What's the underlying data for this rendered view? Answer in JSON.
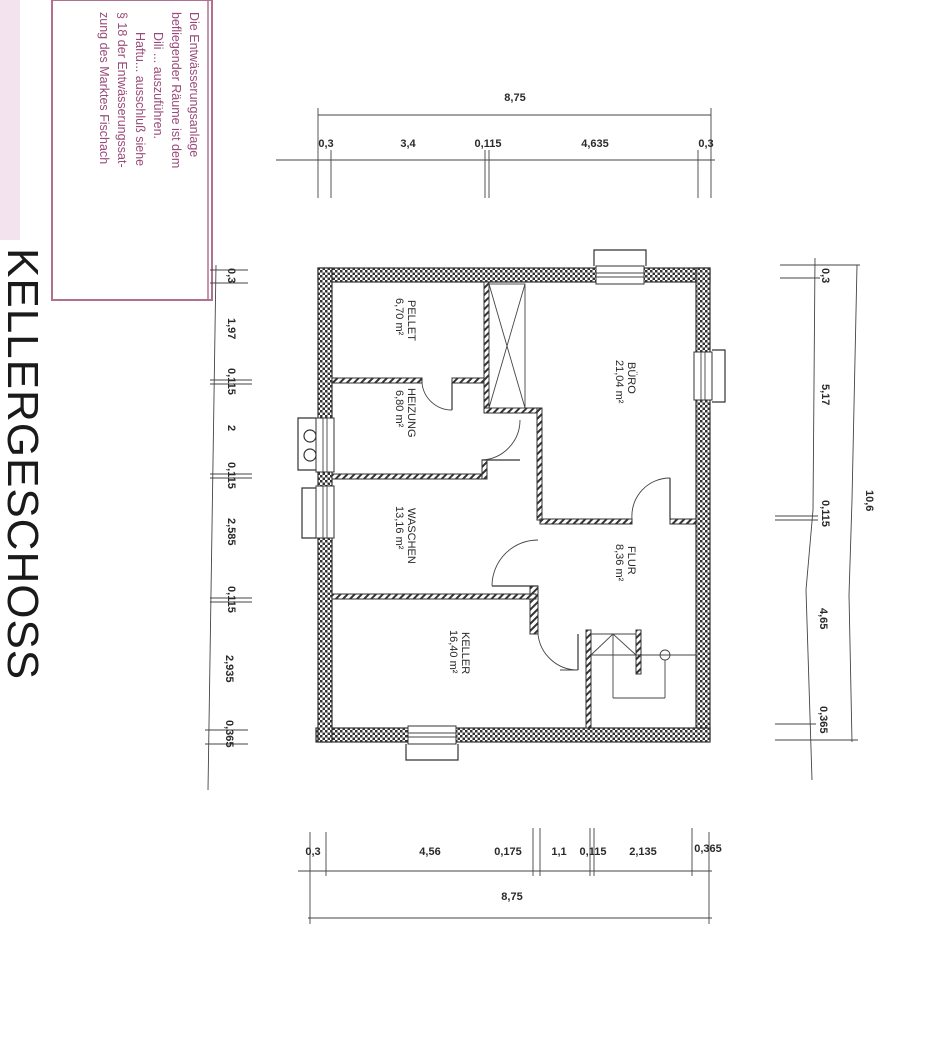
{
  "drawing": {
    "title": "KELLERGESCHOSS",
    "stamp": {
      "lines": [
        "Die Entwässerungsanlage",
        "befliegender Räume ist dem",
        "Dili ... auszuführen.",
        "Haftu... ausschluß siehe",
        "§ 18 der Entwässerungssat-",
        "zung des Marktes Fischach"
      ],
      "color": "#9a4a7a"
    },
    "rooms": [
      {
        "name": "PELLET",
        "area": "6,70 m²"
      },
      {
        "name": "HEIZUNG",
        "area": "6,80 m²"
      },
      {
        "name": "BÜRO",
        "area": "21,04 m²"
      },
      {
        "name": "WASCHEN",
        "area": "13,16 m²"
      },
      {
        "name": "FLUR",
        "area": "8,36 m²"
      },
      {
        "name": "KELLER",
        "area": "16,40 m²"
      }
    ],
    "dimensions": {
      "top": {
        "total": "8,75",
        "segments": [
          "0,3",
          "3,4",
          "0,115",
          "4,635",
          "0,3"
        ]
      },
      "bottom": {
        "total": "8,75",
        "segments": [
          "0,3",
          "4,56",
          "0,175",
          "1,1",
          "0,115",
          "2,135",
          "0,365"
        ]
      },
      "left": {
        "segments": [
          "0,3",
          "1,97",
          "0,115",
          "2",
          "0,115",
          "2,585",
          "0,115",
          "2,935",
          "0,365"
        ]
      },
      "right": {
        "total": "10,6",
        "segments": [
          "0,3",
          "5,17",
          "0,115",
          "4,65",
          "0,365"
        ]
      }
    }
  }
}
